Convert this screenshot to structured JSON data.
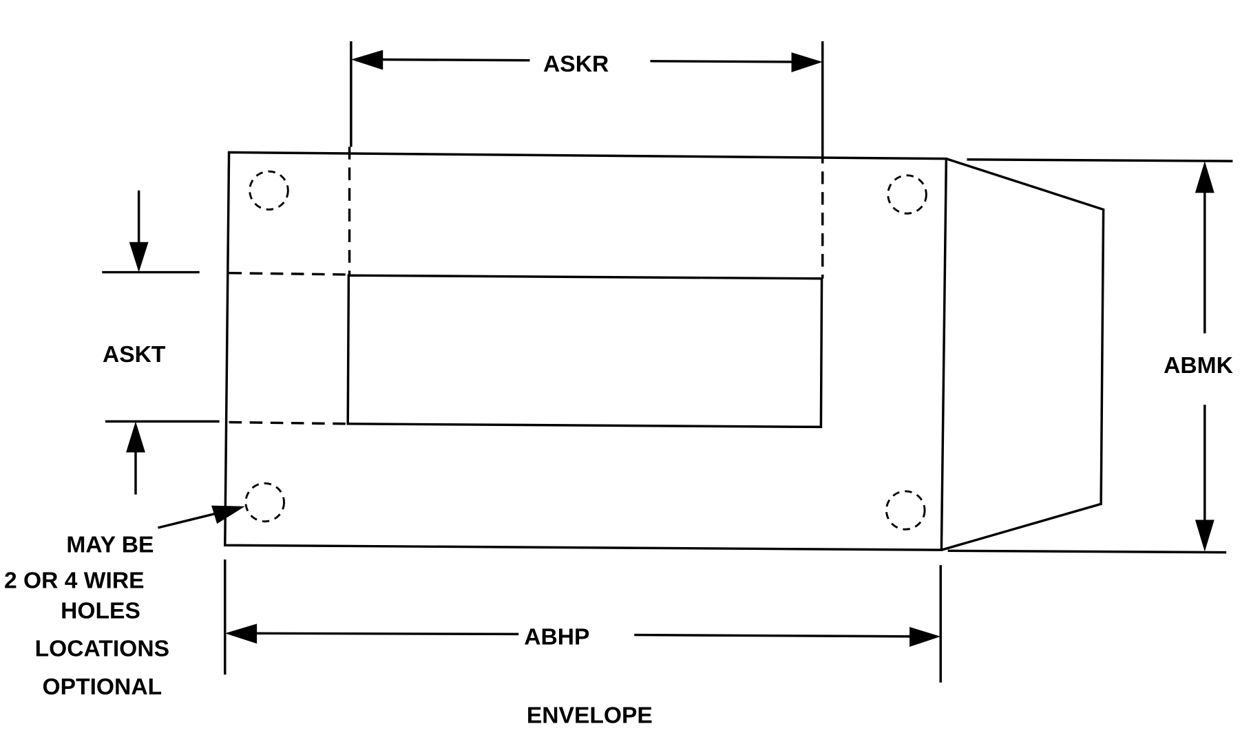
{
  "labels": {
    "askr": "ASKR",
    "askt": "ASKT",
    "abmk": "ABMK",
    "abhp": "ABHP",
    "envelope": "ENVELOPE"
  },
  "note": {
    "line1": "MAY BE",
    "line2": "2 OR 4 WIRE",
    "line3": "HOLES",
    "line4": "LOCATIONS",
    "line5": "OPTIONAL"
  }
}
